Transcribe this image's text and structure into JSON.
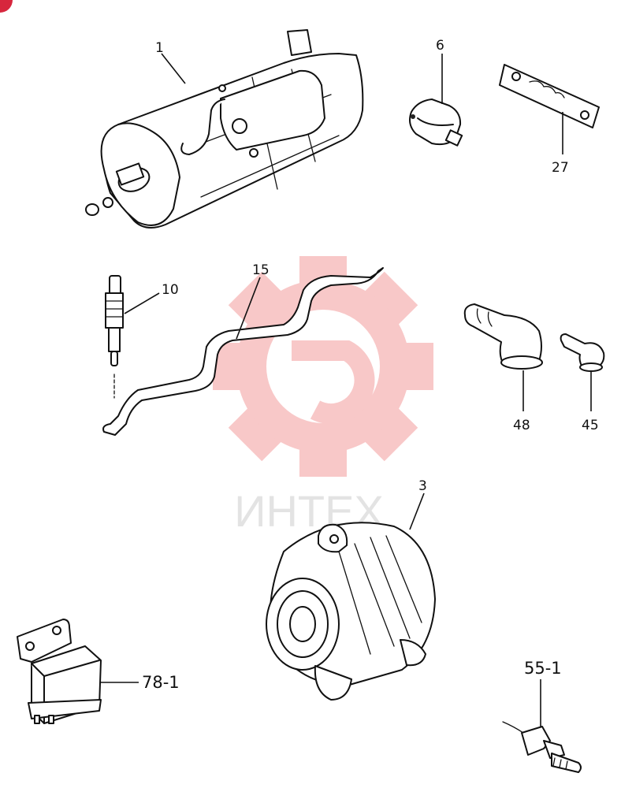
{
  "watermark": {
    "text": "ИНТЕХ",
    "color": "#f0a0a0"
  },
  "corner_badge": {
    "color": "#d7263d"
  },
  "callouts": {
    "starter": "1",
    "sensor": "6",
    "plate": "27",
    "glow_plug": "10",
    "wire": "15",
    "cap_large": "48",
    "cap_small": "45",
    "alternator": "3",
    "relay": "78-1",
    "switch": "55-1"
  },
  "icons": {
    "watermark": "gear-logo-icon",
    "starter": "starter-motor-icon",
    "sensor": "pressure-sensor-icon",
    "plate": "mounting-plate-icon",
    "glow_plug": "glow-plug-icon",
    "wire": "wire-harness-icon",
    "cap_large": "rubber-boot-icon",
    "cap_small": "terminal-cap-icon",
    "alternator": "alternator-icon",
    "relay": "relay-icon",
    "switch": "temperature-switch-icon"
  }
}
